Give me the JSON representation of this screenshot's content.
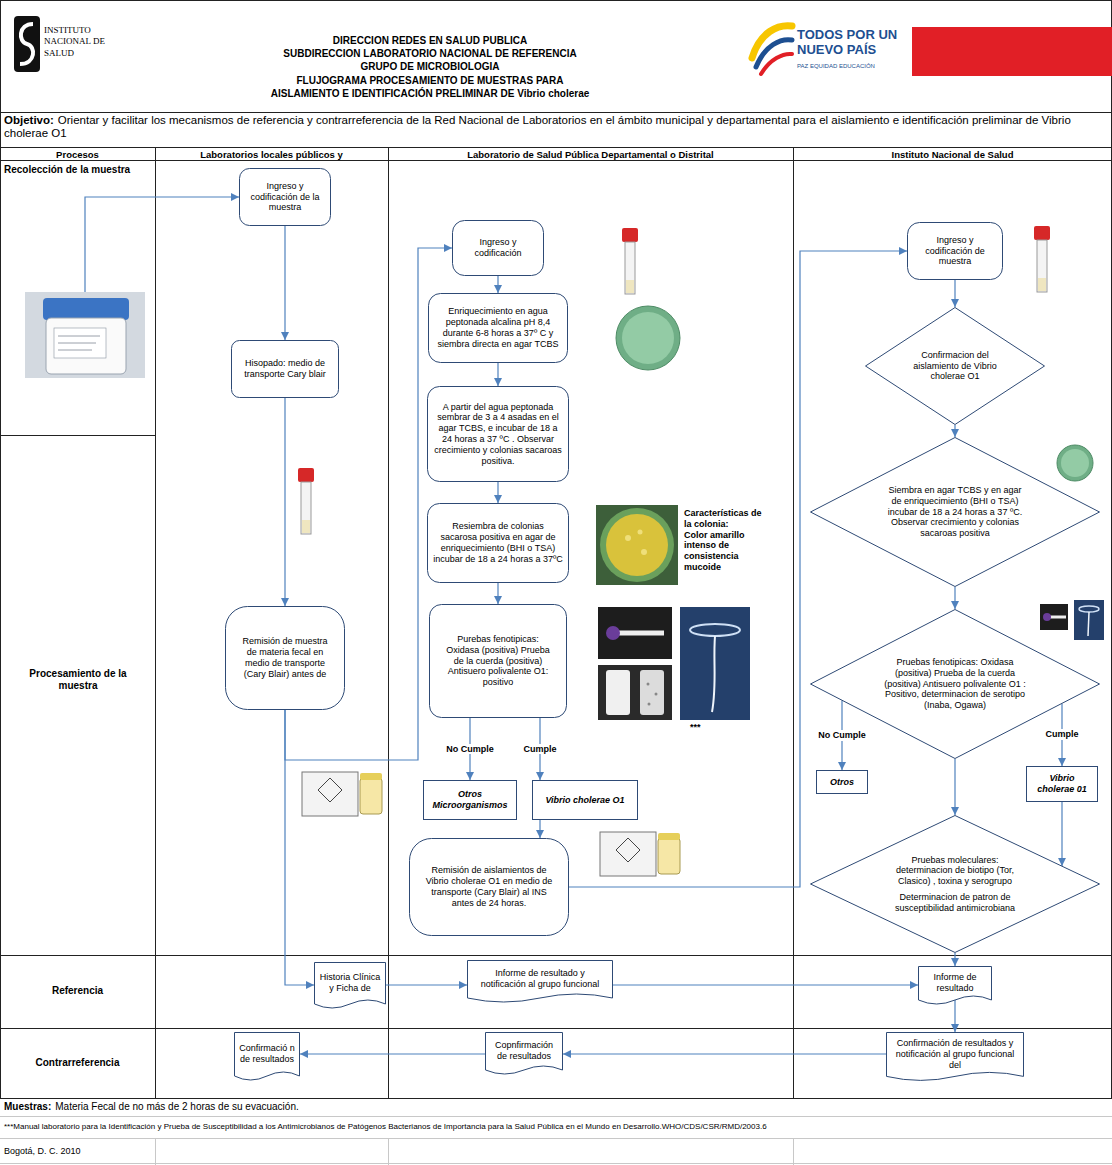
{
  "diagram": {
    "title": "FLUJOGRAMA PROCESAMIENTO DE MUESTRAS PARA AISLAMIENTO E IDENTIFICACIÓN PRELIMINAR DE Vibrio cholerae",
    "nodes": [
      {
        "text": [
          "Ingreso y codificación de la muestra"
        ]
      },
      {
        "text": [
          "Hisopado: medio de transporte Cary blair"
        ]
      },
      {
        "text": [
          "Remisión de muestra de materia fecal en medio de transporte (Cary Blair) antes de"
        ]
      },
      {
        "text": [
          "Historia Clínica y Ficha de"
        ]
      },
      {
        "text": [
          "Confirmació n de resultados"
        ]
      },
      {
        "text": [
          "Ingreso y codificación"
        ]
      },
      {
        "text": [
          "Enriquecimiento en agua peptonada alcalina pH 8,4 durante 6-8 horas a 37º C y siembra directa en agar TCBS"
        ]
      },
      {
        "text": [
          "A partir del agua peptonada sembrar de 3 a 4 asadas en el agar TCBS, e incubar de 18 a 24 horas a 37 ºC . Observar crecimiento y colonias sacaroas positiva."
        ]
      },
      {
        "text": [
          "Resiembra de colonias sacarosa positiva en agar de enriquecimiento (BHI o TSA) incubar de 18 a 24 horas a 37ºC"
        ]
      },
      {
        "text": [
          "Purebas fenotipicas: Oxidasa (positiva) Prueba de la cuerda (positiva) Antisuero polivalente O1: positivo"
        ]
      },
      {
        "text": [
          "Otros Microorganismos"
        ]
      },
      {
        "text": [
          "Vibrio cholerae O1"
        ]
      },
      {
        "text": [
          "Remisión de aislamientos de Vibrio cholerae O1 en medio de transporte (Cary Blair) al INS antes de 24 horas."
        ]
      },
      {
        "text": [
          "Informe de resultado y notificación al grupo funcional"
        ]
      },
      {
        "text": [
          "Copnfirmación de resultados"
        ]
      },
      {
        "text": [
          "Ingreso y codificación de muestra"
        ]
      },
      {
        "text": [
          "Confirmacion del aislamiento de Vibrio cholerae O1"
        ]
      },
      {
        "text": [
          "Siembra en agar TCBS y en agar de enriquecimiento (BHI o TSA) incubar de 18 a 24 horas a 37 ºC. Observar crecimiento y colonias sacaroas positiva"
        ]
      },
      {
        "text": [
          "Pruebas fenotipicas: Oxidasa (positiva) Prueba de la cuerda (positiva) Antisuero polivalente O1 : Positivo, determinacion de serotipo (Inaba, Ogawa)"
        ]
      },
      {
        "text": [
          "Otros"
        ]
      },
      {
        "text": [
          "Vibrio cholerae 01"
        ]
      },
      {
        "text": [
          "Pruebas moleculares: determinacion de biotipo (Tor, Clasico) , toxina y serogrupo",
          "Determinacion de patron de susceptibilidad antimicrobiana"
        ]
      },
      {
        "text": [
          "Informe de resultado"
        ]
      },
      {
        "text": [
          "Confirmación de resultados y notificación al grupo funcional del"
        ]
      }
    ],
    "edges": [
      {
        "from": 0,
        "to": 1,
        "arrow": "to"
      },
      {
        "from": 1,
        "to": 2,
        "arrow": "to"
      },
      {
        "from": 2,
        "to": 3,
        "arrow": "to"
      },
      {
        "from": 2,
        "to": 5,
        "arrow": "to"
      },
      {
        "from": 3,
        "to": 13,
        "arrow": "to"
      },
      {
        "from": 13,
        "to": 22,
        "arrow": "to"
      },
      {
        "from": 22,
        "to": 23,
        "arrow": "to"
      },
      {
        "from": 23,
        "to": 14,
        "arrow": "to"
      },
      {
        "from": 14,
        "to": 4,
        "arrow": "to"
      },
      {
        "from": 5,
        "to": 6,
        "arrow": "to"
      },
      {
        "from": 6,
        "to": 7,
        "arrow": "to"
      },
      {
        "from": 7,
        "to": 8,
        "arrow": "to"
      },
      {
        "from": 8,
        "to": 9,
        "arrow": "to"
      },
      {
        "from": 9,
        "to": 10,
        "label": "No Cumple",
        "arrow": "to"
      },
      {
        "from": 9,
        "to": 11,
        "label": "Cumple",
        "arrow": "to"
      },
      {
        "from": 11,
        "to": 12,
        "arrow": "to"
      },
      {
        "from": 12,
        "to": 15,
        "arrow": "to"
      },
      {
        "from": 15,
        "to": 16,
        "arrow": "to"
      },
      {
        "from": 16,
        "to": 17,
        "arrow": "to"
      },
      {
        "from": 17,
        "to": 18,
        "arrow": "to"
      },
      {
        "from": 18,
        "to": 19,
        "label": "No Cumple",
        "arrow": "to"
      },
      {
        "from": 18,
        "to": 20,
        "label": "Cumple",
        "arrow": "to"
      },
      {
        "from": 18,
        "to": 21,
        "arrow": "to"
      },
      {
        "from": 20,
        "to": 21,
        "arrow": "to"
      },
      {
        "from": 21,
        "to": 22,
        "arrow": "to"
      }
    ],
    "labels": [
      "INSTITUTO NACIONAL DE SALUD",
      "DIRECCION REDES EN SALUD PUBLICA",
      "SUBDIRECCION LABORATORIO NACIONAL DE REFERENCIA",
      "GRUPO DE MICROBIOLOGIA",
      "TODOS POR UN NUEVO PAÍS",
      "PAZ EQUIDAD EDUCACIÓN",
      "Objetivo:",
      "Orientar y facilitar los mecanismos de referencia y contrarreferencia de la Red Nacional de Laboratorios en el ámbito municipal y departamental para el aislamiento e identificación preliminar de Vibrio cholerae O1",
      "Procesos",
      "Laboratorios locales públicos y",
      "Laboratorio de Salud Pública Departamental o Distrital",
      "Instituto Nacional de Salud",
      "Recolección de la muestra",
      "Procesamiento de la muestra",
      "Referencia",
      "Contrarreferencia",
      "Características de la colonia:",
      "Color amarillo intenso de consistencia mucoide",
      "***",
      "Muestras:",
      "Materia Fecal de no más de 2 horas de su evacuación.",
      "***Manual laboratorio para la Identificación y Prueba de Susceptibilidad a los Antimicrobianos de Patógenos Bacterianos de Importancia para la Salud Pública en el Mundo en Desarrollo.WHO/CDS/CSR/RMD/2003.6",
      "Bogotá, D. C. 2010"
    ]
  }
}
